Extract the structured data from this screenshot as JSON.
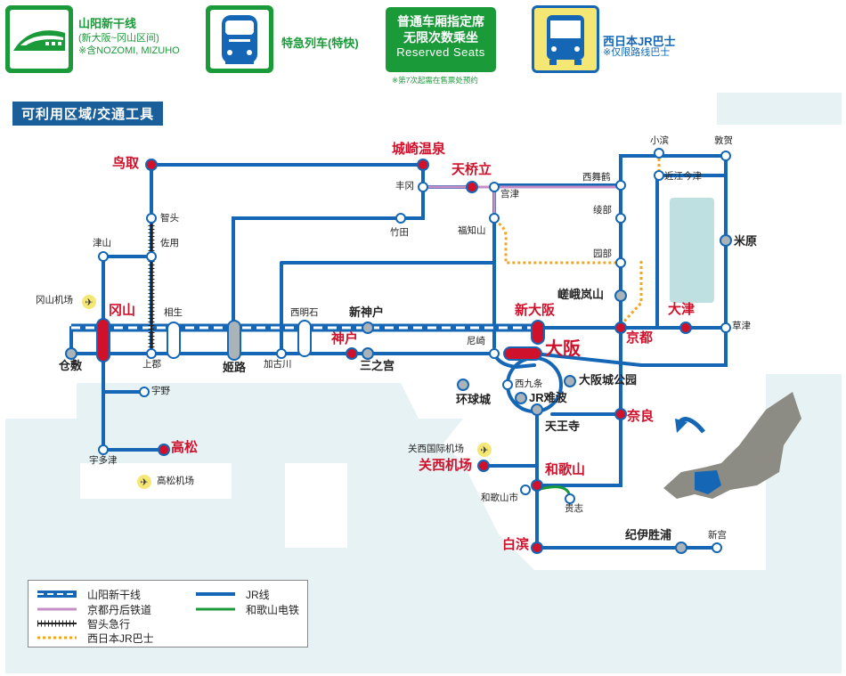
{
  "top_legend": {
    "shinkansen": {
      "title": "山阳新干线",
      "sub1": "(新大阪~冈山区间)",
      "sub2": "※含NOZOMI, MIZUHO",
      "icon": "bullet-train-icon"
    },
    "ltd_express": {
      "title": "特急列车(特快)",
      "icon": "express-train-icon"
    },
    "reserved": {
      "line1": "普通车厢指定席",
      "line2": "无限次数乘坐",
      "line3": "Reserved Seats",
      "note": "※第7次起需在售票处预约"
    },
    "bus": {
      "title": "西日本JR巴士",
      "sub": "※仅限路线巴士",
      "icon": "bus-icon"
    }
  },
  "map": {
    "header": "可利用区域/交通工具",
    "colors": {
      "jr": "#1567b5",
      "shinkansen": "#1567b5",
      "tango": "#c58ec5",
      "chizu": "#222222",
      "bus": "#f2a51e",
      "wakayama": "#1b9a3a",
      "major": "#d0112b"
    },
    "stations": {
      "okayama": "冈山",
      "kurashiki": "仓敷",
      "kamigun": "上郡",
      "aioi": "相生",
      "himeji": "姬路",
      "kakogawa": "加古川",
      "nishiakashi": "西明石",
      "shinkobe": "新神户",
      "kobe": "神户",
      "sannomiya": "三之宫",
      "amagasaki": "尼崎",
      "shinosaka": "新大阪",
      "osaka": "大阪",
      "kyoto": "京都",
      "otsu": "大津",
      "kusatsu": "草津",
      "maibara": "米原",
      "nara": "奈良",
      "osakajokoen": "大阪城公园",
      "tennoji": "天王寺",
      "jrnamba": "JR难波",
      "nishikujo": "西九条",
      "universal": "环球城",
      "kanku": "关西机场",
      "kanku_airport": "关西国际机场",
      "wakayama": "和歌山",
      "wakayamashi": "和歌山市",
      "kishi": "贵志",
      "shirahama": "白滨",
      "kiikatsuura": "纪伊胜浦",
      "shingu": "新宫",
      "saganoarashiyama": "嵯峨岚山",
      "sonobe": "园部",
      "ayabe": "绫部",
      "nishimaizuru": "西舞鹤",
      "fukuchiyama": "福知山",
      "takeda": "竹田",
      "toyooka": "丰冈",
      "miyazu": "宫津",
      "amanohashidate": "天桥立",
      "kinosakionsen": "城崎温泉",
      "tottori": "鸟取",
      "chizu": "智头",
      "sayo": "佐用",
      "tsuyama": "津山",
      "okayama_airport": "冈山机场",
      "uno": "宇野",
      "udatsu": "宇多津",
      "takamatsu": "高松",
      "takamatsu_airport": "高松机场",
      "obama": "小滨",
      "tsuruga": "敦贺",
      "omiimazu": "近江今津"
    }
  },
  "bottom_legend": {
    "items": [
      {
        "label": "山阳新干线"
      },
      {
        "label": "JR线"
      },
      {
        "label": "京都丹后铁道"
      },
      {
        "label": "和歌山电铁"
      },
      {
        "label": "智头急行"
      },
      {
        "label": "西日本JR巴士"
      }
    ]
  }
}
